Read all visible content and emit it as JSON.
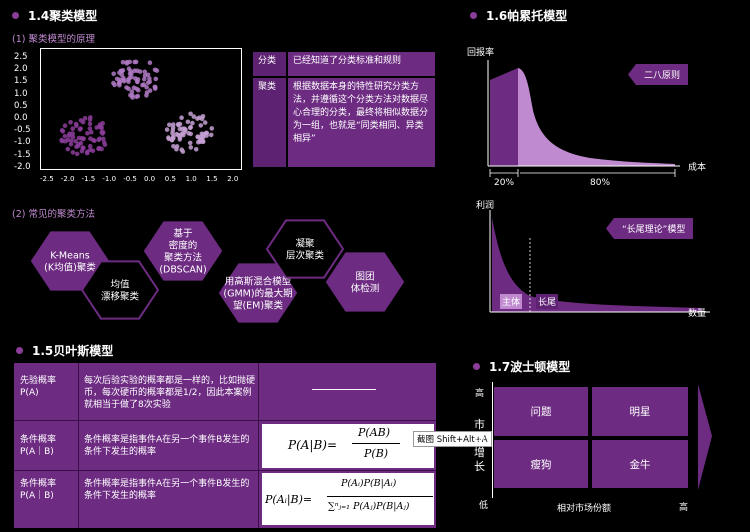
{
  "sec14": {
    "title": "1.4聚类模型",
    "sub1": "(1) 聚类模型的原理",
    "sub2": "(2) 常见的聚类方法",
    "yticks": [
      "2.5",
      "2.0",
      "1.5",
      "1.0",
      "0.5",
      "0.0",
      "-0.5",
      "-1.0",
      "-1.5",
      "-2.0"
    ],
    "xticks": [
      "-2.5",
      "-2.0",
      "-1.5",
      "-1.0",
      "-0.5",
      "0.0",
      "0.5",
      "1.0",
      "1.5",
      "2.0"
    ],
    "table": [
      {
        "key": "分类",
        "value": "已经知道了分类标准和规则"
      },
      {
        "key": "聚类",
        "value": "根据数据本身的特性研究分类方法，并遵循这个分类方法对数据尽心合理的分类，最终将相似数据分为一组，也就是“同类相同、异类相异”"
      }
    ],
    "methods": [
      {
        "lines": [
          "K-Means",
          "(K均值)聚类"
        ]
      },
      {
        "lines": [
          "均值",
          "漂移聚类"
        ]
      },
      {
        "lines": [
          "基于",
          "密度的",
          "聚类方法",
          "(DBSCAN)"
        ]
      },
      {
        "lines": [
          "用高斯混合模型",
          "(GMM)的最大期",
          "望(EM)聚类"
        ]
      },
      {
        "lines": [
          "凝聚",
          "层次聚类"
        ]
      },
      {
        "lines": [
          "图团",
          "体检测"
        ]
      }
    ]
  },
  "sec15": {
    "title": "1.5贝叶斯模型",
    "rows": [
      {
        "name": "先验概率\nP(A)",
        "desc": "每次后验实验的概率都是一样的，比如抛硬币，每次硬币的概率都是1/2，因此本案例就相当于做了8次实验"
      },
      {
        "name": "条件概率\nP(A｜B)",
        "desc": "条件概率是指事件A在另一个事件B发生的条件下发生的概率"
      },
      {
        "name": "条件概率\nP(A｜B)",
        "desc": "条件概率是指事件A在另一个事件B发生的条件下发生的概率"
      }
    ],
    "tooltip": "截图 Shift+Alt+A",
    "formula2_lhs": "P(A|B)=",
    "formula2_num": "P(AB)",
    "formula2_den": "P(B)",
    "formula3_lhs": "P(Aᵢ|B)=",
    "formula3_num": "P(Aᵢ)P(B|Aᵢ)",
    "formula3_den": "∑ⁿⱼ₌₁ P(Aⱼ)P(B|Aⱼ)"
  },
  "sec16": {
    "title": "1.6帕累托模型",
    "ylabel1": "回报率",
    "banner1": "二八原则",
    "xlabel1": "成本",
    "pct20": "20%",
    "pct80": "80%",
    "ylabel2": "利润",
    "banner2": "“长尾理论”模型",
    "head": "主体",
    "tail": "长尾",
    "xlabel2": "数量"
  },
  "sec17": {
    "title": "1.7波士顿模型",
    "y_high": "高",
    "y_label": "市\n场\n增\n长",
    "y_low": "低",
    "x_label": "相对市场份额",
    "x_high": "高",
    "cells": [
      "问题",
      "明星",
      "瘦狗",
      "金牛"
    ]
  },
  "colors": {
    "accent": "#6d2b82",
    "dark": "#5e2273",
    "point": "#8b3d9a",
    "light": "#c08ad0"
  }
}
